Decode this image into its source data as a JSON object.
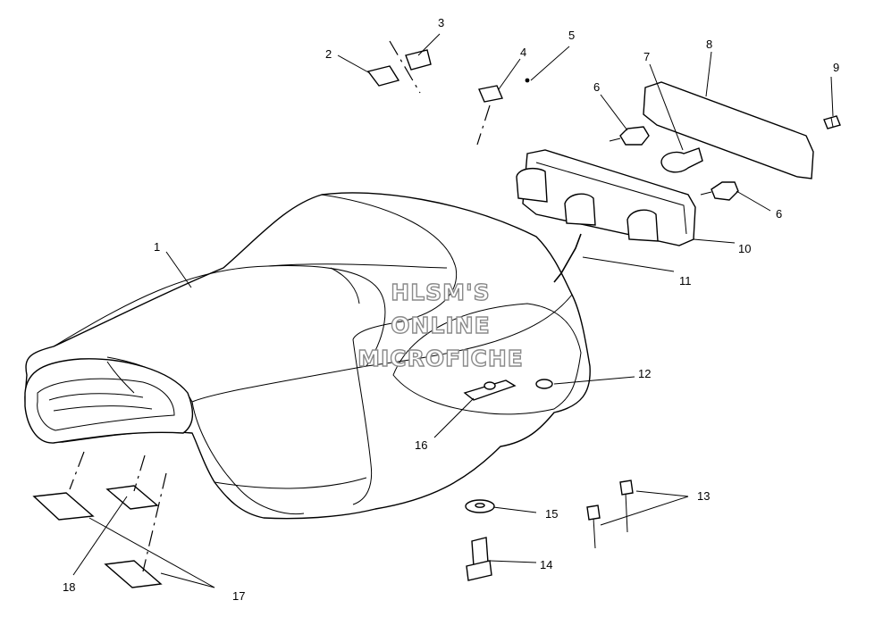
{
  "callouts": {
    "c1": "1",
    "c2": "2",
    "c3": "3",
    "c4": "4",
    "c5": "5",
    "c6a": "6",
    "c6b": "6",
    "c7": "7",
    "c8": "8",
    "c9": "9",
    "c10": "10",
    "c11": "11",
    "c12": "12",
    "c13": "13",
    "c14": "14",
    "c15": "15",
    "c16": "16",
    "c17": "17",
    "c18": "18"
  },
  "watermark": {
    "line1": "HLSM'S",
    "line2": "ONLINE",
    "line3": "MICROFICHE"
  }
}
